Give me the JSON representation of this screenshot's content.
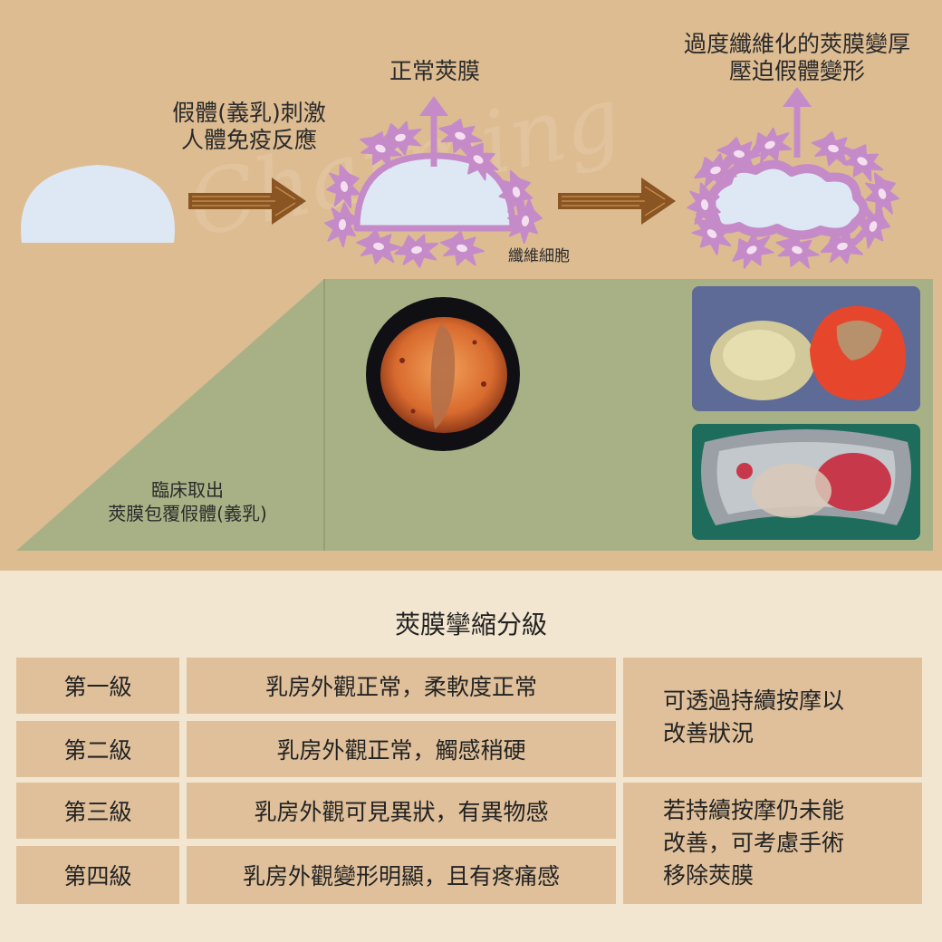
{
  "colors": {
    "top_band": "#ddbc92",
    "bottom_band": "#f3e6d0",
    "green_panel": "#a8b186",
    "implant_fill": "#dde8f4",
    "capsule_purple": "#c58bc9",
    "arrow_brown": "#8a5522",
    "cell_fill": "#dfc09b"
  },
  "diagram": {
    "stimulus_label": "假體(義乳)刺激\n人體免疫反應",
    "normal_capsule_label": "正常莢膜",
    "fibrosis_label": "過度纖維化的莢膜變厚\n壓迫假體變形",
    "fibroblast_label": "纖維細胞",
    "clinical_label": "臨床取出\n莢膜包覆假體(義乳)"
  },
  "icons": {
    "process_arrow": "brown-sketch-arrow-icon",
    "up_arrow": "purple-up-arrow-icon",
    "fibroblast": "fibroblast-cell-icon"
  },
  "table": {
    "title": "莢膜攣縮分級",
    "rows": [
      {
        "grade": "第一級",
        "description": "乳房外觀正常，柔軟度正常"
      },
      {
        "grade": "第二級",
        "description": "乳房外觀正常，觸感稍硬"
      },
      {
        "grade": "第三級",
        "description": "乳房外觀可見異狀，有異物感"
      },
      {
        "grade": "第四級",
        "description": "乳房外觀變形明顯，且有疼痛感"
      }
    ],
    "notes": [
      "可透過持續按摩以\n改善狀況",
      "若持續按摩仍未能\n改善，可考慮手術\n移除莢膜"
    ]
  }
}
